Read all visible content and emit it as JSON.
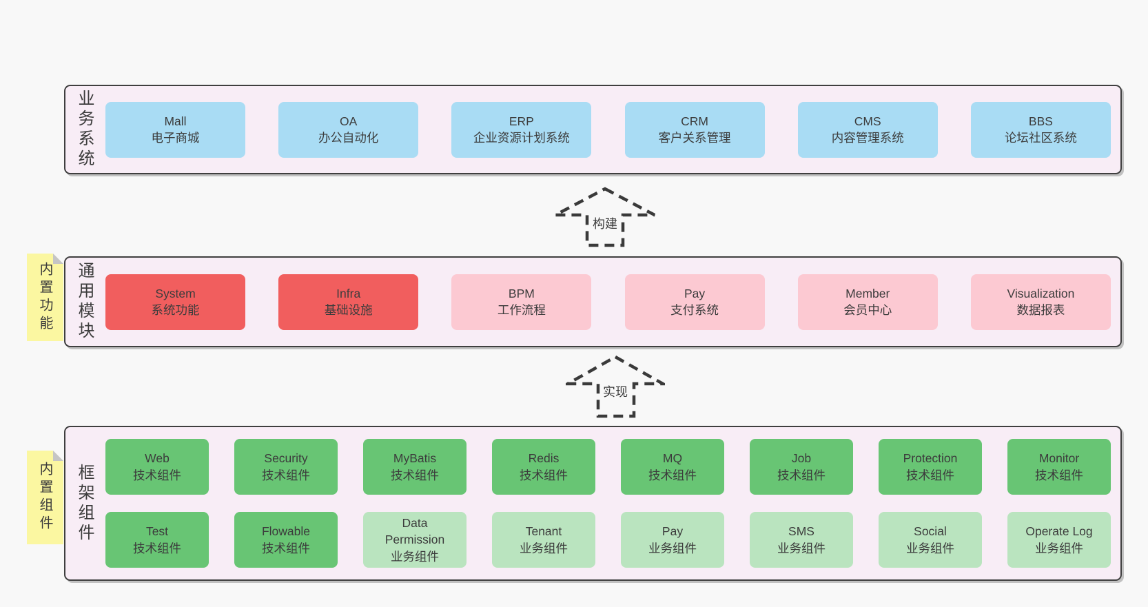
{
  "colors": {
    "pageBg": "#f8f8f8",
    "bandBg": "#f8edf6",
    "bandBorder": "#3f3f3f",
    "arrow": "#3a3a3a",
    "ink": "#3c3c3c",
    "yellow": "#fbf7a1",
    "fold": "#c5c5c5",
    "blue": "#a9dcf4",
    "red": "#f15e5e",
    "pink": "#fcc9d2",
    "green": "#68c574",
    "lightgreen": "#bae4bf"
  },
  "arrows": [
    {
      "label": "构建"
    },
    {
      "label": "实现"
    }
  ],
  "bands": [
    {
      "label": "业务系统",
      "rows": [
        [
          {
            "en": "Mall",
            "zh": "电子商城",
            "color": "blue"
          },
          {
            "en": "OA",
            "zh": "办公自动化",
            "color": "blue"
          },
          {
            "en": "ERP",
            "zh": "企业资源计划系统",
            "color": "blue"
          },
          {
            "en": "CRM",
            "zh": "客户关系管理",
            "color": "blue"
          },
          {
            "en": "CMS",
            "zh": "内容管理系统",
            "color": "blue"
          },
          {
            "en": "BBS",
            "zh": "论坛社区系统",
            "color": "blue"
          }
        ]
      ]
    },
    {
      "label": "通用模块",
      "sticky": "内置功能",
      "rows": [
        [
          {
            "en": "System",
            "zh": "系统功能",
            "color": "red"
          },
          {
            "en": "Infra",
            "zh": "基础设施",
            "color": "red"
          },
          {
            "en": "BPM",
            "zh": "工作流程",
            "color": "pink"
          },
          {
            "en": "Pay",
            "zh": "支付系统",
            "color": "pink"
          },
          {
            "en": "Member",
            "zh": "会员中心",
            "color": "pink"
          },
          {
            "en": "Visualization",
            "zh": "数据报表",
            "color": "pink"
          }
        ]
      ]
    },
    {
      "label": "框架组件",
      "sticky": "内置组件",
      "rows": [
        [
          {
            "en": "Web",
            "zh": "技术组件",
            "color": "green"
          },
          {
            "en": "Security",
            "zh": "技术组件",
            "color": "green"
          },
          {
            "en": "MyBatis",
            "zh": "技术组件",
            "color": "green"
          },
          {
            "en": "Redis",
            "zh": "技术组件",
            "color": "green"
          },
          {
            "en": "MQ",
            "zh": "技术组件",
            "color": "green"
          },
          {
            "en": "Job",
            "zh": "技术组件",
            "color": "green"
          },
          {
            "en": "Protection",
            "zh": "技术组件",
            "color": "green"
          },
          {
            "en": "Monitor",
            "zh": "技术组件",
            "color": "green"
          }
        ],
        [
          {
            "en": "Test",
            "zh": "技术组件",
            "color": "green"
          },
          {
            "en": "Flowable",
            "zh": "技术组件",
            "color": "green"
          },
          {
            "en": "Data Permission",
            "zh": "业务组件",
            "color": "lightgreen"
          },
          {
            "en": "Tenant",
            "zh": "业务组件",
            "color": "lightgreen"
          },
          {
            "en": "Pay",
            "zh": "业务组件",
            "color": "lightgreen"
          },
          {
            "en": "SMS",
            "zh": "业务组件",
            "color": "lightgreen"
          },
          {
            "en": "Social",
            "zh": "业务组件",
            "color": "lightgreen"
          },
          {
            "en": "Operate Log",
            "zh": "业务组件",
            "color": "lightgreen"
          }
        ]
      ]
    }
  ]
}
